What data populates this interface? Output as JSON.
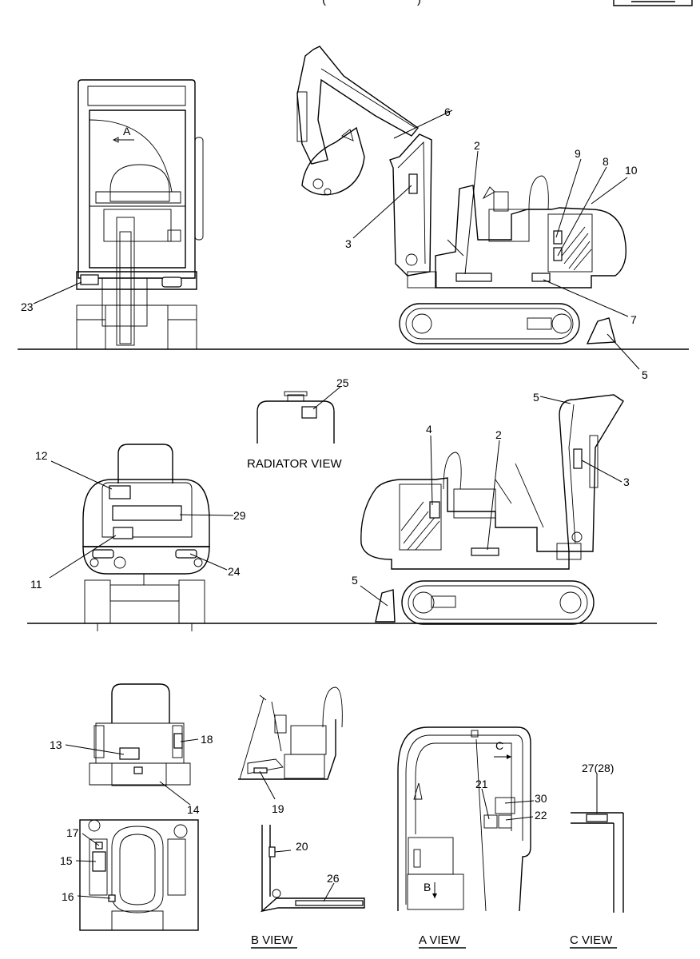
{
  "header": {
    "partial_title": "(",
    "partial_title_end": ")"
  },
  "views": {
    "radiator": "RADIATOR VIEW",
    "b_view": "B VIEW",
    "a_view": "A VIEW",
    "c_view": "C VIEW",
    "arrow_a": "A",
    "arrow_b": "B",
    "arrow_c": "C"
  },
  "callouts": {
    "n2": "2",
    "n2b": "2",
    "n3": "3",
    "n3b": "3",
    "n4": "4",
    "n5a": "5",
    "n5b": "5",
    "n5c": "5",
    "n6": "6",
    "n7": "7",
    "n8": "8",
    "n9": "9",
    "n10": "10",
    "n11": "11",
    "n12": "12",
    "n13": "13",
    "n14": "14",
    "n15": "15",
    "n16": "16",
    "n17": "17",
    "n18": "18",
    "n19": "19",
    "n20": "20",
    "n21": "21",
    "n22": "22",
    "n23": "23",
    "n24": "24",
    "n25": "25",
    "n26": "26",
    "n27": "27(28)",
    "n29": "29",
    "n30": "30"
  }
}
